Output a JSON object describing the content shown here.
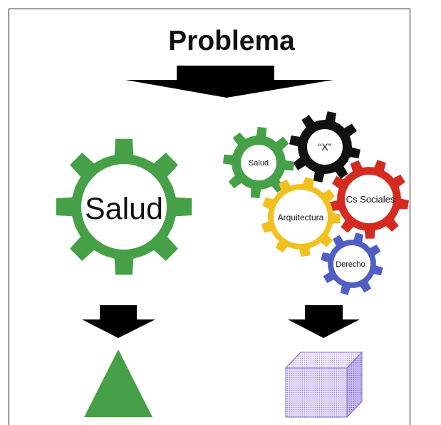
{
  "title": "Problema",
  "left_gear": {
    "label": "Salud",
    "color": "#46a047"
  },
  "cluster_gears": [
    {
      "label": "Salud",
      "color": "#46a047"
    },
    {
      "label": "“X”",
      "color": "#111111"
    },
    {
      "label": "Cs Sociales",
      "color": "#d42a1f"
    },
    {
      "label": "Arquitectura",
      "color": "#f1c11f"
    },
    {
      "label": "Derecho",
      "color": "#4f5fc4"
    }
  ],
  "arrow_color": "#000000",
  "triangle_color": "#46a047",
  "cube_color": "#c9b9f0"
}
